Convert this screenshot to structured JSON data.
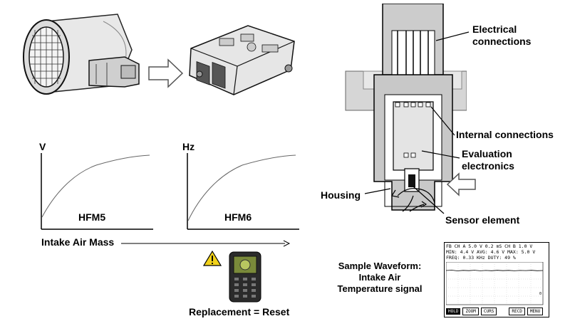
{
  "graphs": {
    "left": {
      "y_axis": "V",
      "name": "HFM5"
    },
    "right": {
      "y_axis": "Hz",
      "name": "HFM6"
    },
    "x_axis": "Intake Air Mass"
  },
  "replacement_label": "Replacement = Reset",
  "sensor_diagram": {
    "electrical_connections": "Electrical connections",
    "internal_connections": "Internal connections",
    "evaluation_electronics": "Evaluation electronics",
    "housing": "Housing",
    "sensor_element": "Sensor element"
  },
  "waveform": {
    "caption": [
      "Sample Waveform:",
      "Intake Air",
      "Temperature signal"
    ],
    "header1": "FB   CH A 5.0 V  0.2 mS  CH B 1.0 V",
    "header2": "MIN:   4.4 V AVG:   4.6 V  MAX:   5.0 V",
    "header3": "FREQ:    0.33 KHz   DUTY:  49 %",
    "buttons": [
      "HOLD",
      "ZOOM",
      "CURS",
      "RECD",
      "MENU"
    ]
  }
}
